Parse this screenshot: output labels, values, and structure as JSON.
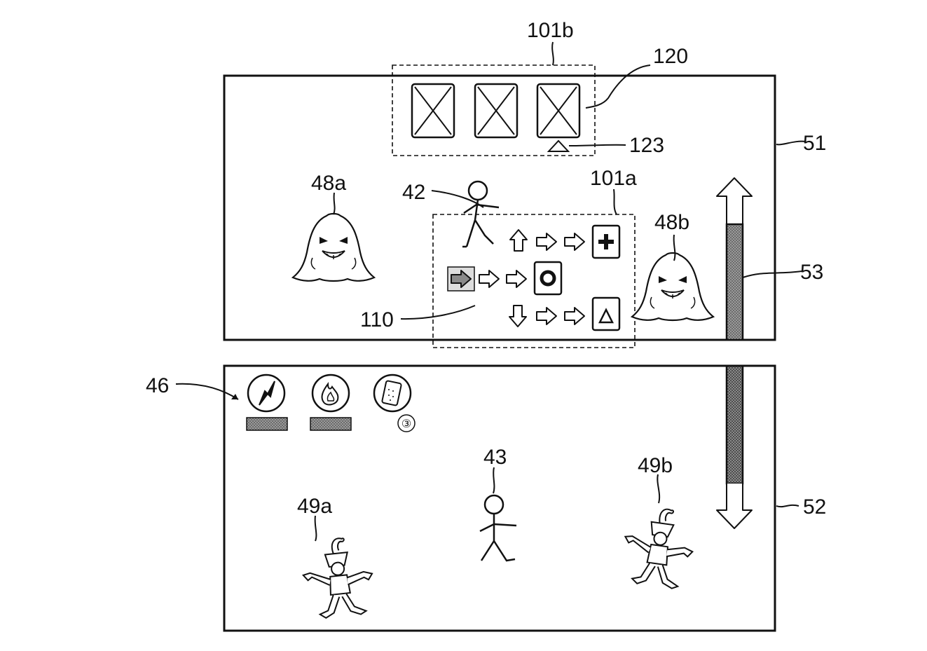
{
  "figure": {
    "labels": {
      "upper_screen": "51",
      "lower_screen": "52",
      "gauge": "53",
      "player_upper": "42",
      "player_lower": "43",
      "icon_row": "46",
      "ghost_left": "48a",
      "ghost_right": "48b",
      "elf_left": "49a",
      "elf_right": "49b",
      "command_area": "101a",
      "card_area": "101b",
      "command_tree": "110",
      "card_group": "120",
      "card_pointer": "123"
    },
    "item_count_badge": "③",
    "command_buttons": [
      "plus-button",
      "circle-button",
      "triangle-button"
    ],
    "icons": [
      "lightning-icon",
      "fire-icon",
      "card-item-icon"
    ],
    "colors": {
      "ink": "#111111",
      "gauge_fill": "#7a7a7a",
      "background": "#ffffff"
    }
  }
}
